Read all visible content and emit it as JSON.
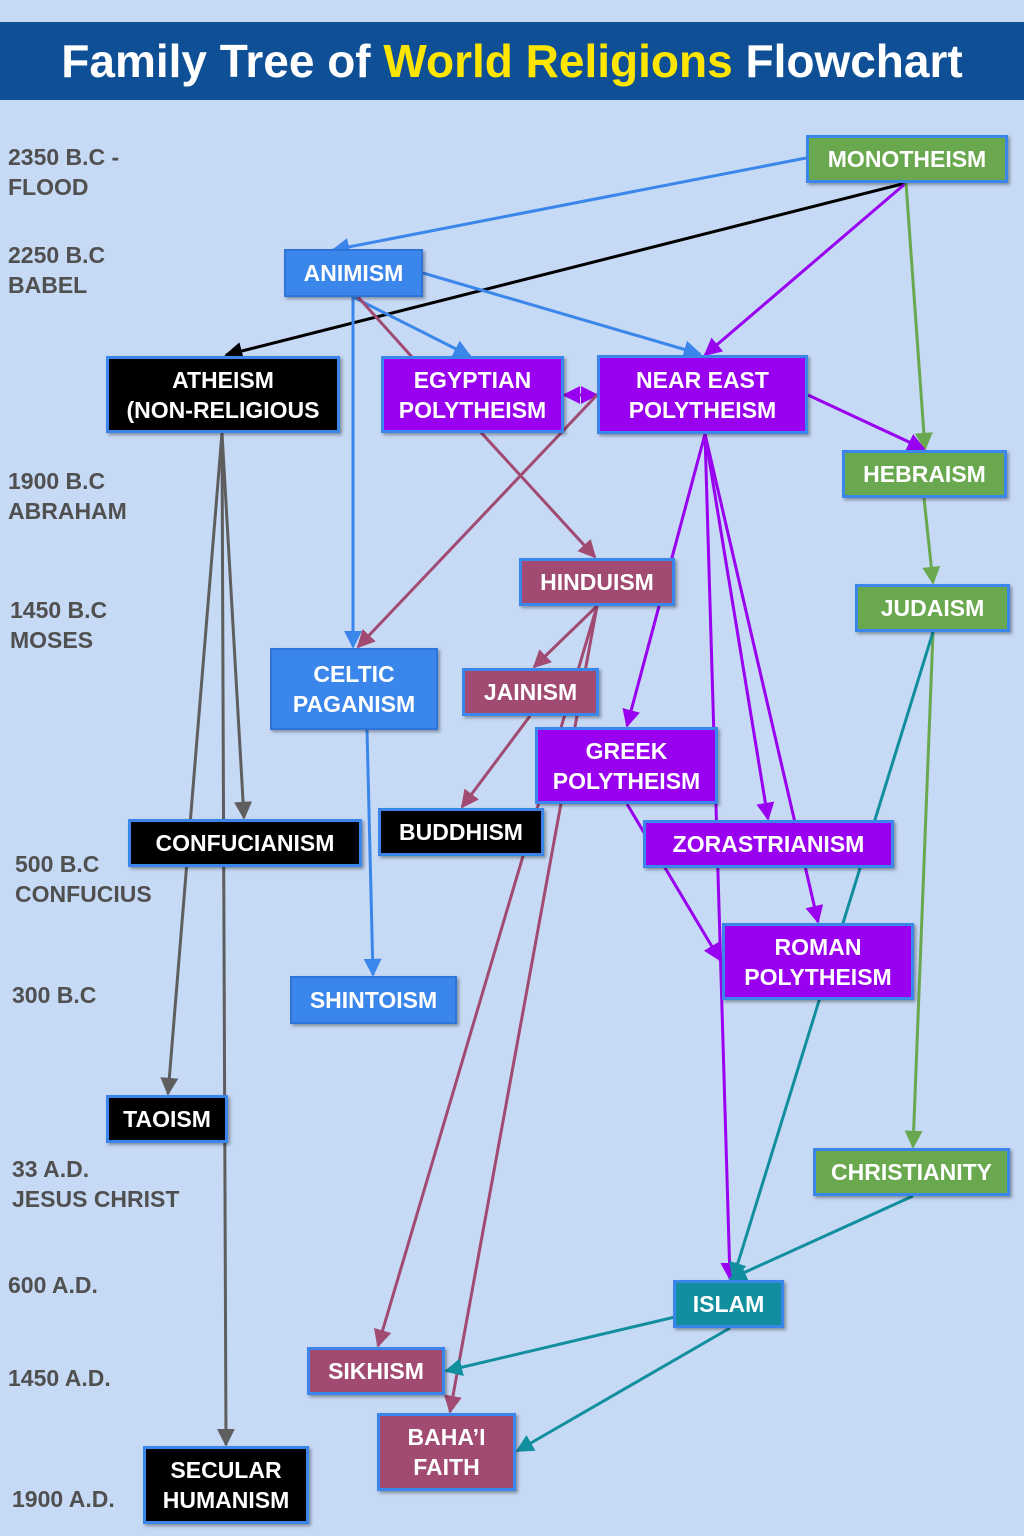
{
  "title": {
    "pre": "Family Tree of ",
    "highlight": "World Religions",
    "post": " Flowchart"
  },
  "colors": {
    "header": "#0e4f96",
    "background": "#c6d9f5",
    "highlight": "#ffe600",
    "blue": "#3b86eb",
    "purple": "#9800ef",
    "mauve": "#a14a72",
    "green": "#6aa84f",
    "teal": "#128f9f",
    "black": "#000000",
    "gray": "#5e5e5e"
  },
  "eras": [
    {
      "id": "e1",
      "text": "2350 B.C -\nFLOOD"
    },
    {
      "id": "e2",
      "text": "2250 B.C\nBABEL"
    },
    {
      "id": "e3",
      "text": "1900 B.C\nABRAHAM"
    },
    {
      "id": "e4",
      "text": "1450 B.C\nMOSES"
    },
    {
      "id": "e5",
      "text": "500 B.C\nCONFUCIUS"
    },
    {
      "id": "e6",
      "text": "300 B.C"
    },
    {
      "id": "e7",
      "text": "33 A.D.\nJESUS CHRIST"
    },
    {
      "id": "e8",
      "text": "600 A.D."
    },
    {
      "id": "e9",
      "text": "1450 A.D."
    },
    {
      "id": "e10",
      "text": "1900 A.D."
    }
  ],
  "nodes": [
    {
      "id": "monotheism",
      "label": "MONOTHEISM",
      "style": "green"
    },
    {
      "id": "animism",
      "label": "ANIMISM",
      "style": "blue"
    },
    {
      "id": "atheism",
      "label": "ATHEISM\n(NON-RELIGIOUS",
      "style": "black"
    },
    {
      "id": "egyptian",
      "label": "EGYPTIAN\nPOLYTHEISM",
      "style": "purple"
    },
    {
      "id": "neareast",
      "label": "NEAR EAST\nPOLYTHEISM",
      "style": "purple"
    },
    {
      "id": "hebraism",
      "label": "HEBRAISM",
      "style": "green"
    },
    {
      "id": "hinduism",
      "label": "HINDUISM",
      "style": "mauve"
    },
    {
      "id": "judaism",
      "label": "JUDAISM",
      "style": "green"
    },
    {
      "id": "celtic",
      "label": "CELTIC\nPAGANISM",
      "style": "blue"
    },
    {
      "id": "jainism",
      "label": "JAINISM",
      "style": "mauve"
    },
    {
      "id": "greek",
      "label": "GREEK\nPOLYTHEISM",
      "style": "purple"
    },
    {
      "id": "confucianism",
      "label": "CONFUCIANISM",
      "style": "black"
    },
    {
      "id": "buddhism",
      "label": "BUDDHISM",
      "style": "black"
    },
    {
      "id": "zoroastrianism",
      "label": "ZORASTRIANISM",
      "style": "purple"
    },
    {
      "id": "roman",
      "label": "ROMAN\nPOLYTHEISM",
      "style": "purple"
    },
    {
      "id": "shintoism",
      "label": "SHINTOISM",
      "style": "blue"
    },
    {
      "id": "taoism",
      "label": "TAOISM",
      "style": "black"
    },
    {
      "id": "christianity",
      "label": "CHRISTIANITY",
      "style": "green"
    },
    {
      "id": "islam",
      "label": "ISLAM",
      "style": "teal"
    },
    {
      "id": "sikhism",
      "label": "SIKHISM",
      "style": "mauve"
    },
    {
      "id": "bahai",
      "label": "BAHA’I\nFAITH",
      "style": "mauve"
    },
    {
      "id": "secular",
      "label": "SECULAR\nHUMANISM",
      "style": "black"
    }
  ],
  "edges": [
    {
      "from": "monotheism",
      "to": "animism",
      "color": "blue"
    },
    {
      "from": "monotheism",
      "to": "atheism",
      "color": "black"
    },
    {
      "from": "monotheism",
      "to": "neareast",
      "color": "purple"
    },
    {
      "from": "monotheism",
      "to": "hebraism",
      "color": "green"
    },
    {
      "from": "animism",
      "to": "egyptian",
      "color": "blue"
    },
    {
      "from": "animism",
      "to": "neareast",
      "color": "blue"
    },
    {
      "from": "animism",
      "to": "celtic",
      "color": "blue"
    },
    {
      "from": "animism",
      "to": "hinduism",
      "color": "mauve"
    },
    {
      "from": "egyptian",
      "to": "neareast",
      "color": "purple",
      "both": true
    },
    {
      "from": "neareast",
      "to": "celtic",
      "color": "mauve"
    },
    {
      "from": "neareast",
      "to": "hebraism",
      "color": "purple"
    },
    {
      "from": "neareast",
      "to": "greek",
      "color": "purple"
    },
    {
      "from": "neareast",
      "to": "zoroastrianism",
      "color": "purple"
    },
    {
      "from": "neareast",
      "to": "roman",
      "color": "purple"
    },
    {
      "from": "neareast",
      "to": "islam",
      "color": "purple"
    },
    {
      "from": "hebraism",
      "to": "judaism",
      "color": "green"
    },
    {
      "from": "judaism",
      "to": "christianity",
      "color": "green"
    },
    {
      "from": "judaism",
      "to": "islam",
      "color": "teal"
    },
    {
      "from": "hinduism",
      "to": "jainism",
      "color": "mauve"
    },
    {
      "from": "hinduism",
      "to": "sikhism",
      "color": "mauve"
    },
    {
      "from": "hinduism",
      "to": "bahai",
      "color": "mauve"
    },
    {
      "from": "jainism",
      "to": "buddhism",
      "color": "mauve"
    },
    {
      "from": "greek",
      "to": "roman",
      "color": "purple"
    },
    {
      "from": "celtic",
      "to": "shintoism",
      "color": "blue"
    },
    {
      "from": "atheism",
      "to": "confucianism",
      "color": "gray"
    },
    {
      "from": "atheism",
      "to": "taoism",
      "color": "gray"
    },
    {
      "from": "atheism",
      "to": "secular",
      "color": "gray"
    },
    {
      "from": "christianity",
      "to": "islam",
      "color": "teal"
    },
    {
      "from": "islam",
      "to": "sikhism",
      "color": "teal"
    },
    {
      "from": "islam",
      "to": "bahai",
      "color": "teal"
    }
  ]
}
